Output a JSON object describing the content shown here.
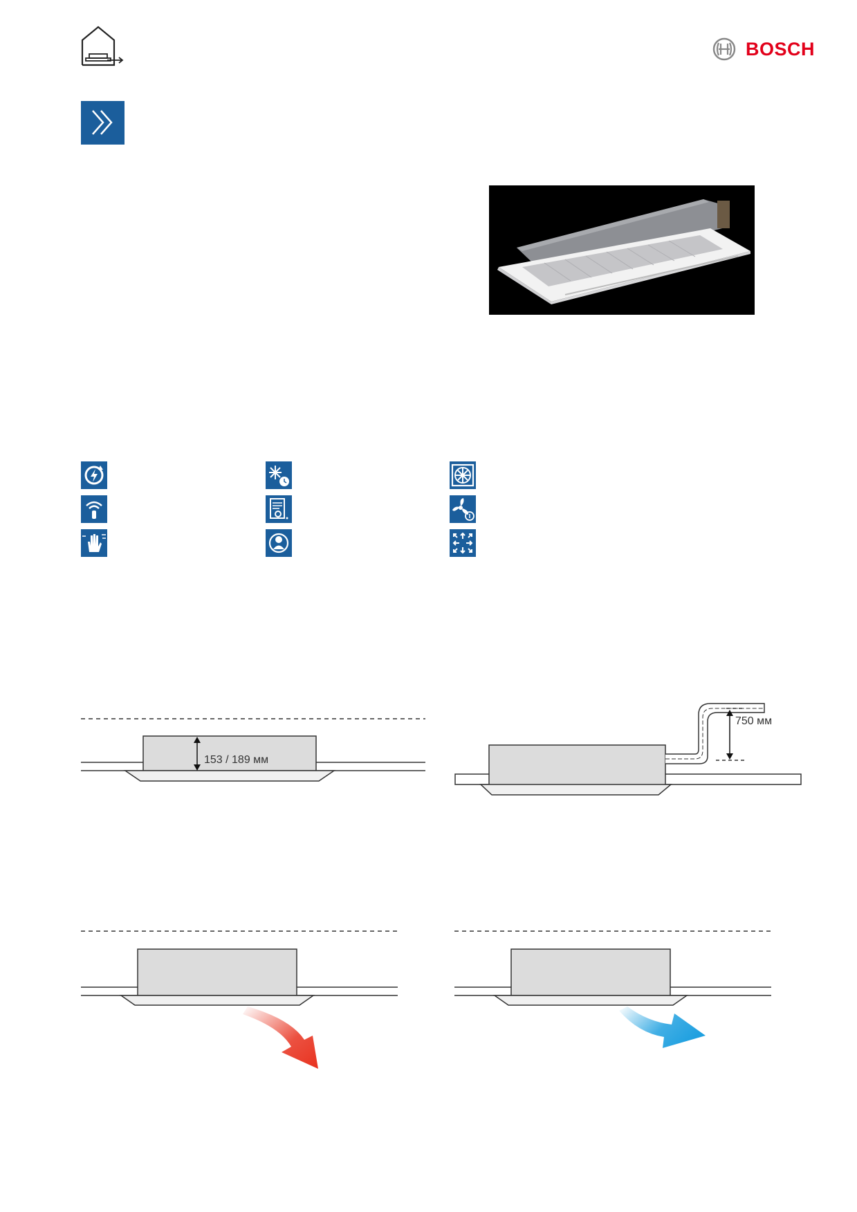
{
  "brand": {
    "name": "BOSCH",
    "logo_icon": "bosch-armature-icon",
    "color": "#e2001a"
  },
  "category_icon": "ceiling-unit-house-icon",
  "nav_button": {
    "icon": "double-chevron-right-icon",
    "color": "#1b5e9c"
  },
  "product_photo": {
    "description_icon": "one-way-cassette-photo"
  },
  "features": [
    {
      "icon": "energy-recycle-icon"
    },
    {
      "icon": "defrost-timer-icon"
    },
    {
      "icon": "fan-square-icon"
    },
    {
      "icon": "wifi-remote-icon"
    },
    {
      "icon": "document-settings-icon"
    },
    {
      "icon": "fan-speed-icon"
    },
    {
      "icon": "hand-air-icon"
    },
    {
      "icon": "user-circle-icon"
    },
    {
      "icon": "multi-direction-airflow-icon"
    }
  ],
  "diagrams": {
    "height_label": "153 / 189 мм",
    "pump_label": "750 мм"
  },
  "airflow_colors": {
    "heating": "#e8321f",
    "cooling": "#1fa0e0"
  }
}
